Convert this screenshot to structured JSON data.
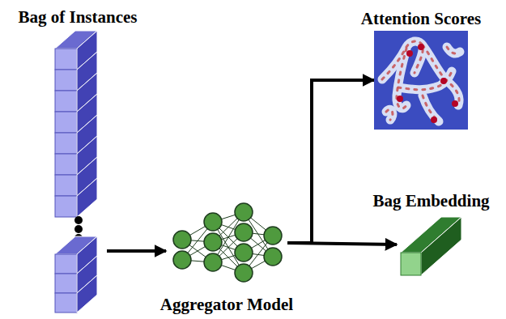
{
  "diagram": {
    "nodes": [
      {
        "text": [
          "Bag of Instances"
        ]
      },
      {
        "text": [
          "Aggregator Model"
        ]
      },
      {
        "text": [
          "Attention Scores"
        ]
      },
      {
        "text": [
          "Bag Embedding"
        ]
      }
    ],
    "edges": [
      {
        "from": 0,
        "to": 1,
        "arrow": "to"
      },
      {
        "from": 1,
        "to": 2,
        "arrow": "to"
      },
      {
        "from": 1,
        "to": 3,
        "arrow": "to"
      }
    ]
  }
}
